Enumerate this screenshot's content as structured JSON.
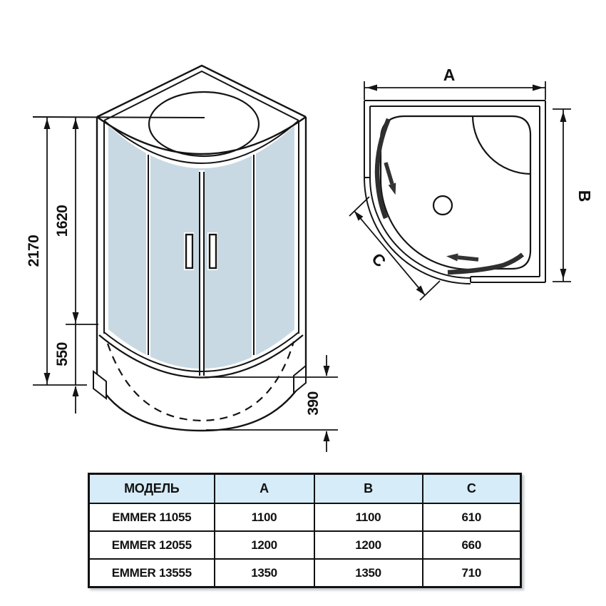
{
  "drawing": {
    "front_view": {
      "height_total": "2170",
      "height_glass": "1620",
      "tray_height": "550",
      "tray_depth": "390"
    },
    "top_view": {
      "width_label": "A",
      "depth_label": "B",
      "entry_label": "C"
    }
  },
  "table": {
    "headers": [
      "МОДЕЛЬ",
      "A",
      "B",
      "C"
    ],
    "rows": [
      {
        "model": "EMMER 11055",
        "a": "1100",
        "b": "1100",
        "c": "610"
      },
      {
        "model": "EMMER 12055",
        "a": "1200",
        "b": "1200",
        "c": "660"
      },
      {
        "model": "EMMER 13555",
        "a": "1350",
        "b": "1350",
        "c": "710"
      }
    ]
  },
  "colors": {
    "glass": "#c8d9e3",
    "line": "#141414",
    "arrow": "#333333",
    "table_header_bg": "#d6ecf8"
  }
}
